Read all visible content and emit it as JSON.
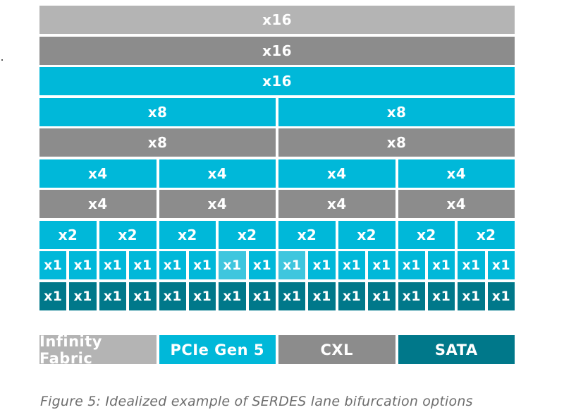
{
  "colors": {
    "infinity_fabric": "#b4b4b4",
    "cxl": "#8c8c8c",
    "pcie": "#00b8d9",
    "pcie_highlight": "#3fc6de",
    "sata": "#00788a",
    "caption_text": "#6d6d6d"
  },
  "rows": [
    {
      "protocol": "infinity_fabric",
      "cells": [
        "x16"
      ]
    },
    {
      "protocol": "cxl",
      "cells": [
        "x16"
      ]
    },
    {
      "protocol": "pcie",
      "cells": [
        "x16"
      ]
    },
    {
      "protocol": "pcie",
      "cells": [
        "x8",
        "x8"
      ]
    },
    {
      "protocol": "cxl",
      "cells": [
        "x8",
        "x8"
      ]
    },
    {
      "protocol": "pcie",
      "cells": [
        "x4",
        "x4",
        "x4",
        "x4"
      ]
    },
    {
      "protocol": "cxl",
      "cells": [
        "x4",
        "x4",
        "x4",
        "x4"
      ]
    },
    {
      "protocol": "pcie",
      "cells": [
        "x2",
        "x2",
        "x2",
        "x2",
        "x2",
        "x2",
        "x2",
        "x2"
      ]
    },
    {
      "protocol": "pcie",
      "cells": [
        "x1",
        "x1",
        "x1",
        "x1",
        "x1",
        "x1",
        "x1",
        "x1",
        "x1",
        "x1",
        "x1",
        "x1",
        "x1",
        "x1",
        "x1",
        "x1"
      ],
      "highlight": [
        6,
        8
      ]
    },
    {
      "protocol": "sata",
      "cells": [
        "x1",
        "x1",
        "x1",
        "x1",
        "x1",
        "x1",
        "x1",
        "x1",
        "x1",
        "x1",
        "x1",
        "x1",
        "x1",
        "x1",
        "x1",
        "x1"
      ]
    }
  ],
  "legend": [
    {
      "key": "infinity_fabric",
      "label": "Infinity Fabric"
    },
    {
      "key": "pcie",
      "label": "PCIe Gen 5"
    },
    {
      "key": "cxl",
      "label": "CXL"
    },
    {
      "key": "sata",
      "label": "SATA"
    }
  ],
  "caption": "Figure 5:  Idealized example of SERDES lane bifurcation options"
}
